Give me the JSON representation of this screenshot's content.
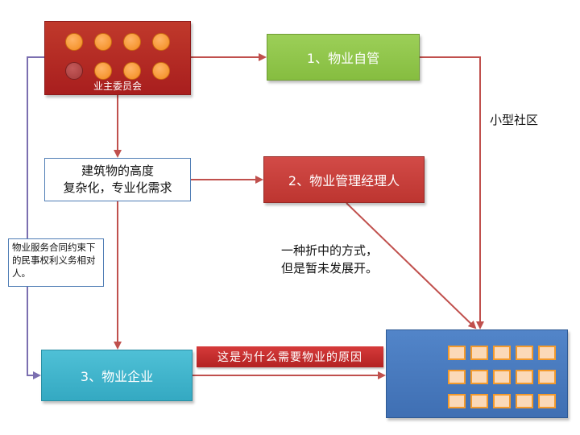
{
  "committee": {
    "label": "业主委员会"
  },
  "self_management": {
    "label": "1、物业自管"
  },
  "property_manager": {
    "label": "2、物业管理经理人"
  },
  "property_company": {
    "label": "3、物业企业"
  },
  "complexity": {
    "line1": "建筑物的高度",
    "line2": "复杂化，专业化需求"
  },
  "contract_note": {
    "text": "物业服务合同约束下的民事权利义务相对人。"
  },
  "small_community": {
    "text": "小型社区"
  },
  "compromise_note": {
    "line1": "一种折中的方式，",
    "line2": "但是暂未发展开。"
  },
  "reason_banner": {
    "text": "这是为什么需要物业的原因"
  },
  "colors": {
    "arrow": "#c0504d",
    "contract_line": "#7b6fb0",
    "estate": "#4a7bbd"
  }
}
